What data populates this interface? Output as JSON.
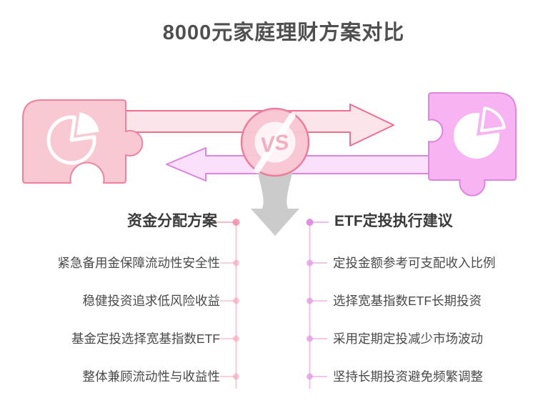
{
  "title": "8000元家庭理财方案对比",
  "vs_badge": {
    "label": "VS"
  },
  "left_panel": {
    "header": "资金分配方案",
    "items": [
      "紧急备用金保障流动性安全性",
      "稳健投资追求低风险收益",
      "基金定投选择宽基指数ETF",
      "整体兼顾流动性与收益性"
    ]
  },
  "right_panel": {
    "header": "ETF定投执行建议",
    "items": [
      "定投金额参考可支配收入比例",
      "选择宽基指数ETF长期投资",
      "采用定期定投减少市场波动",
      "坚持长期投资避免频繁调整"
    ]
  },
  "icons": {
    "left_puzzle": "pie-chart-icon",
    "right_puzzle": "pie-chart-icon",
    "center": "vs-icon",
    "flow": "down-arrow-icon"
  },
  "colors": {
    "left_puzzle_fill": "#F9C9D3",
    "left_puzzle_stroke": "#F0819D",
    "arrow_right_fill": "#FBE4EA",
    "arrow_right_stroke": "#EE6E8E",
    "right_puzzle_fill": "#F8B3F3",
    "right_puzzle_stroke": "#DC86DF",
    "arrow_left_fill": "#FAE0FA",
    "arrow_left_stroke": "#DC85DE",
    "vs_circle_fill": "#F8C7D3",
    "vs_circle_stroke": "#EE7D9B",
    "down_arrow": "#CBCBCB",
    "title_text": "#4F4F4F",
    "body_text": "#4A4A4A"
  }
}
